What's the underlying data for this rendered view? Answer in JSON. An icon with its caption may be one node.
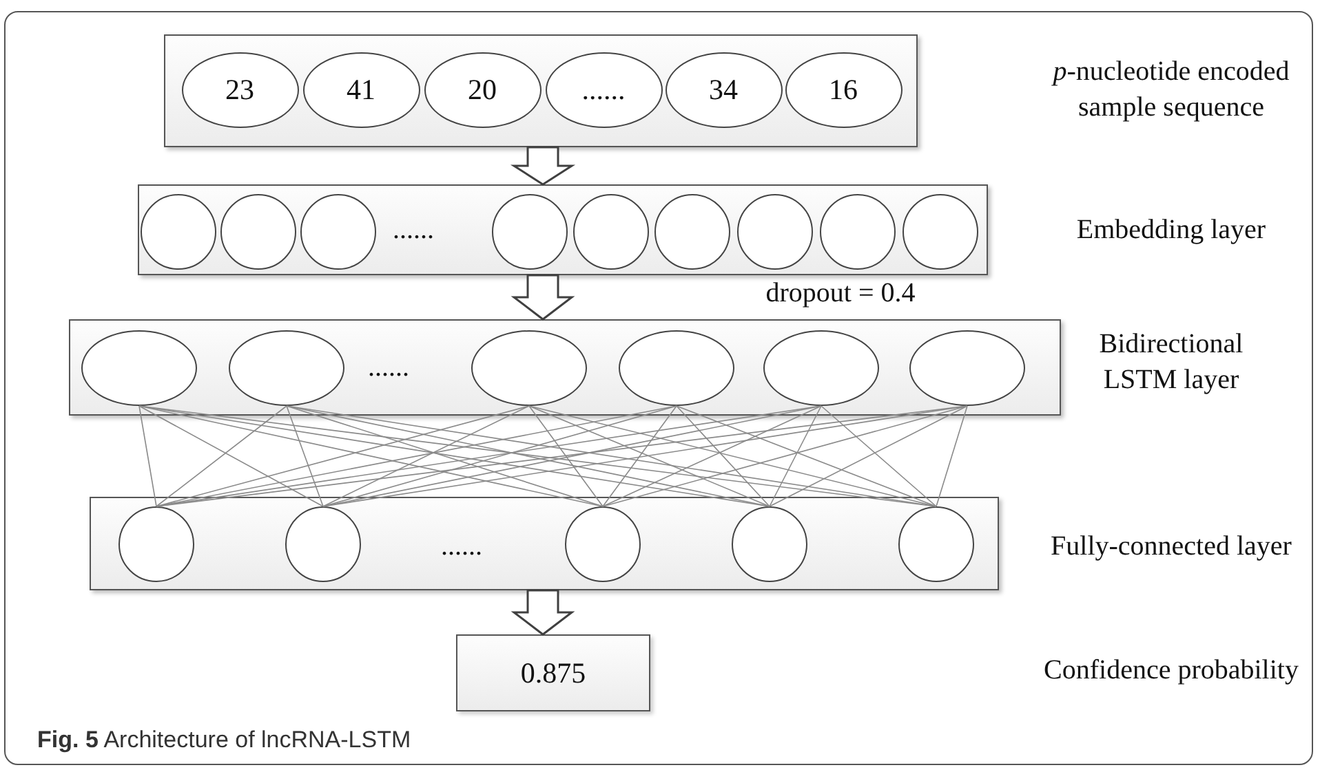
{
  "diagram": {
    "caption": "**Fig. 5** Architecture of lncRNA-LSTM",
    "nodes": [
      {
        "text": [],
        "shape": "box"
      },
      {
        "text": [
          "23"
        ],
        "in": 0
      },
      {
        "text": [
          "41"
        ],
        "in": 0
      },
      {
        "text": [
          "20"
        ],
        "in": 0
      },
      {
        "text": [
          "......"
        ],
        "in": 0
      },
      {
        "text": [
          "34"
        ],
        "in": 0
      },
      {
        "text": [
          "16"
        ],
        "in": 0
      },
      {
        "text": [],
        "shape": "box"
      },
      {
        "text": [],
        "shape": "circle",
        "in": 7
      },
      {
        "text": [],
        "shape": "circle",
        "in": 7
      },
      {
        "text": [],
        "shape": "circle",
        "in": 7
      },
      {
        "text": [],
        "shape": "circle",
        "in": 7
      },
      {
        "text": [],
        "shape": "circle",
        "in": 7
      },
      {
        "text": [],
        "shape": "circle",
        "in": 7
      },
      {
        "text": [],
        "shape": "circle",
        "in": 7
      },
      {
        "text": [],
        "shape": "circle",
        "in": 7
      },
      {
        "text": [],
        "shape": "circle",
        "in": 7
      },
      {
        "text": [],
        "shape": "box"
      },
      {
        "text": [],
        "shape": "ellipse",
        "in": 17
      },
      {
        "text": [],
        "shape": "ellipse",
        "in": 17
      },
      {
        "text": [],
        "shape": "ellipse",
        "in": 17
      },
      {
        "text": [],
        "shape": "ellipse",
        "in": 17
      },
      {
        "text": [],
        "shape": "ellipse",
        "in": 17
      },
      {
        "text": [],
        "shape": "ellipse",
        "in": 17
      },
      {
        "text": [],
        "shape": "box"
      },
      {
        "text": [],
        "shape": "circle",
        "in": 24
      },
      {
        "text": [],
        "shape": "circle",
        "in": 24
      },
      {
        "text": [],
        "shape": "circle",
        "in": 24
      },
      {
        "text": [],
        "shape": "circle",
        "in": 24
      },
      {
        "text": [],
        "shape": "circle",
        "in": 24
      },
      {
        "text": [
          "0.875"
        ]
      }
    ],
    "edges": [
      {
        "from": 0,
        "to": 7,
        "arrow": "to",
        "style": "thick",
        "color": "#404040"
      },
      {
        "from": 7,
        "to": 17,
        "arrow": "to",
        "style": "thick",
        "color": "#404040"
      },
      {
        "from": 18,
        "to": 25,
        "arrow": "none"
      },
      {
        "from": 18,
        "to": 26,
        "arrow": "none"
      },
      {
        "from": 18,
        "to": 27,
        "arrow": "none"
      },
      {
        "from": 18,
        "to": 28,
        "arrow": "none"
      },
      {
        "from": 18,
        "to": 29,
        "arrow": "none"
      },
      {
        "from": 19,
        "to": 25,
        "arrow": "none"
      },
      {
        "from": 19,
        "to": 26,
        "arrow": "none"
      },
      {
        "from": 19,
        "to": 27,
        "arrow": "none"
      },
      {
        "from": 19,
        "to": 28,
        "arrow": "none"
      },
      {
        "from": 19,
        "to": 29,
        "arrow": "none"
      },
      {
        "from": 20,
        "to": 25,
        "arrow": "none"
      },
      {
        "from": 20,
        "to": 26,
        "arrow": "none"
      },
      {
        "from": 20,
        "to": 27,
        "arrow": "none"
      },
      {
        "from": 20,
        "to": 28,
        "arrow": "none"
      },
      {
        "from": 20,
        "to": 29,
        "arrow": "none"
      },
      {
        "from": 21,
        "to": 25,
        "arrow": "none"
      },
      {
        "from": 21,
        "to": 26,
        "arrow": "none"
      },
      {
        "from": 21,
        "to": 27,
        "arrow": "none"
      },
      {
        "from": 21,
        "to": 28,
        "arrow": "none"
      },
      {
        "from": 21,
        "to": 29,
        "arrow": "none"
      },
      {
        "from": 22,
        "to": 25,
        "arrow": "none"
      },
      {
        "from": 22,
        "to": 26,
        "arrow": "none"
      },
      {
        "from": 22,
        "to": 27,
        "arrow": "none"
      },
      {
        "from": 22,
        "to": 28,
        "arrow": "none"
      },
      {
        "from": 22,
        "to": 29,
        "arrow": "none"
      },
      {
        "from": 23,
        "to": 25,
        "arrow": "none"
      },
      {
        "from": 23,
        "to": 26,
        "arrow": "none"
      },
      {
        "from": 23,
        "to": 27,
        "arrow": "none"
      },
      {
        "from": 23,
        "to": 28,
        "arrow": "none"
      },
      {
        "from": 23,
        "to": 29,
        "arrow": "none"
      },
      {
        "from": 24,
        "to": 30,
        "arrow": "to",
        "style": "thick",
        "color": "#404040"
      }
    ],
    "labels": [
      "*p*-nucleotide encoded sample sequence",
      "......",
      "Embedding layer",
      "dropout = 0.4",
      "......",
      "Bidirectional LSTM layer",
      "......",
      "Fully-connected layer",
      "Confidence probability"
    ]
  }
}
